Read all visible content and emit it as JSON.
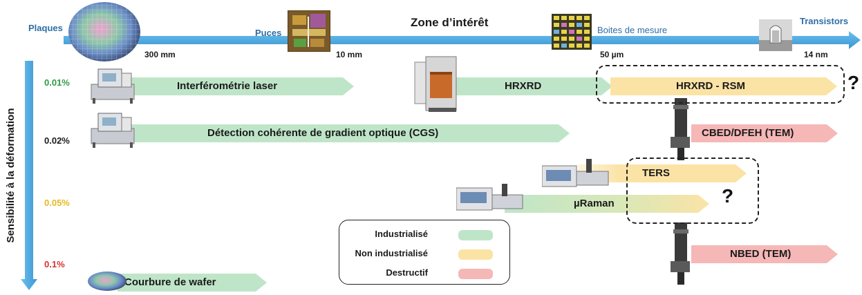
{
  "colors": {
    "axis": "#4aa3dc",
    "industrialise": "#bfe5c8",
    "non_industrialise": "#fbe3a6",
    "destructif": "#f6b7b7",
    "pct_green": "#2e9a44",
    "pct_black": "#1a1a1a",
    "pct_yellow": "#e6b820",
    "pct_red": "#d6322e"
  },
  "scale": {
    "title": "Zone d’intérêt",
    "labels": [
      "Plaques",
      "Puces",
      "Boites de mesure",
      "Transistors"
    ],
    "sizes": [
      "300 mm",
      "10 mm",
      "50 µm",
      "14 nm"
    ]
  },
  "y_axis": {
    "label": "Sensibilité à la déformation",
    "percents": [
      "0.01%",
      "0.02%",
      "0.05%",
      "0.1%"
    ]
  },
  "techniques": [
    {
      "label": "Interférométrie laser",
      "category": "industrialise"
    },
    {
      "label": "HRXRD",
      "category": "industrialise"
    },
    {
      "label": "HRXRD - RSM",
      "category": "non_industrialise"
    },
    {
      "label": "Détection cohérente de gradient optique (CGS)",
      "category": "industrialise"
    },
    {
      "label": "CBED/DFEH (TEM)",
      "category": "destructif"
    },
    {
      "label": "TERS",
      "category": "non_industrialise"
    },
    {
      "label": "µRaman",
      "category": "industrialise"
    },
    {
      "label": "NBED (TEM)",
      "category": "destructif"
    },
    {
      "label": "Courbure de wafer",
      "category": "industrialise"
    }
  ],
  "question_marks": [
    "?",
    "?"
  ],
  "legend": {
    "items": [
      {
        "label": "Industrialisé",
        "category": "industrialise"
      },
      {
        "label": "Non industrialisé",
        "category": "non_industrialise"
      },
      {
        "label": "Destructif",
        "category": "destructif"
      }
    ]
  }
}
